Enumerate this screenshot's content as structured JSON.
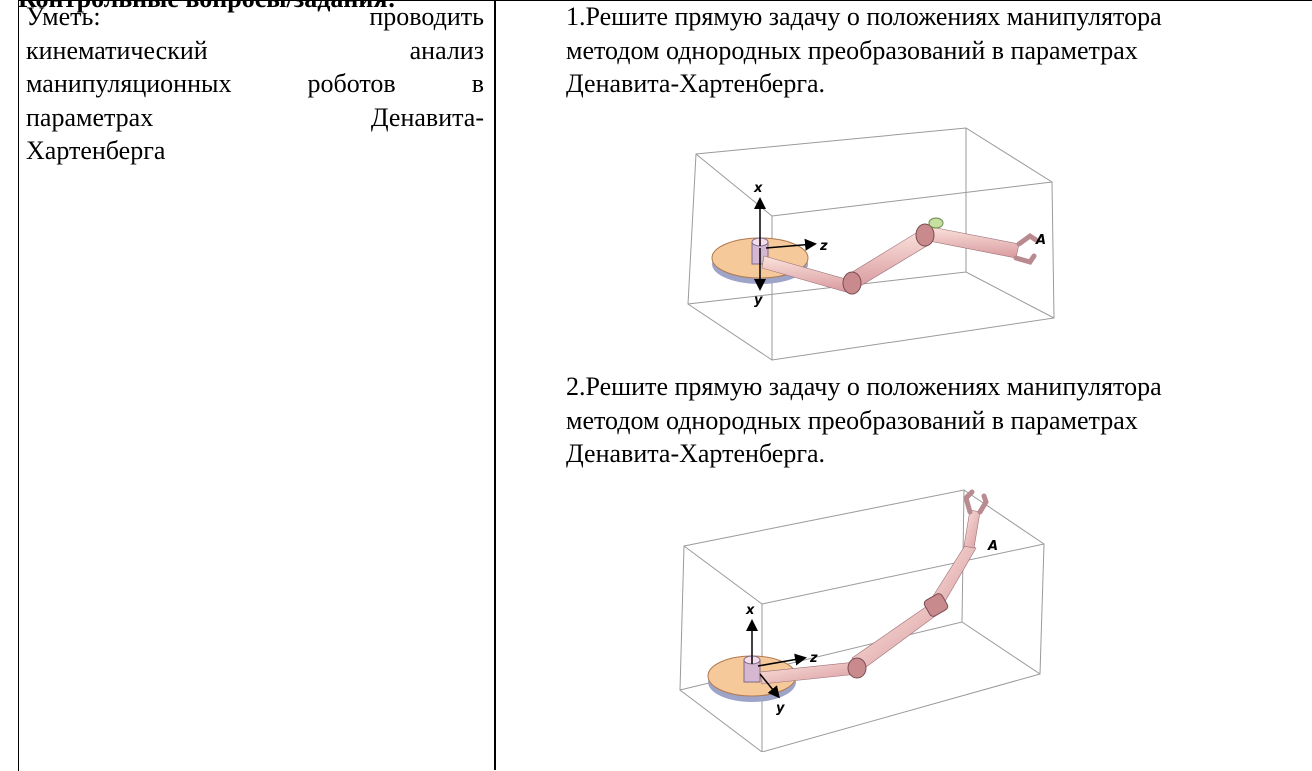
{
  "heading": "Контрольные вопросы/задания:",
  "skill": {
    "lines": [
      [
        "Уметь:",
        "проводить"
      ],
      [
        "кинематический",
        "анализ"
      ],
      [
        "манипуляционных",
        "роботов",
        "в"
      ],
      [
        "параметрах",
        "Денавита-"
      ],
      [
        "Хартенберга"
      ]
    ]
  },
  "tasks": [
    {
      "lines": [
        "1.Решите прямую задачу о положениях манипулятора",
        "методом однородных преобразований в параметрах",
        "Денавита-Хартенберга."
      ]
    },
    {
      "lines": [
        "2.Решите прямую задачу о положениях манипулятора",
        "методом однородных преобразований в параметрах",
        "Денавита-Хартенберга."
      ]
    }
  ],
  "figure_labels": {
    "x": "x",
    "y": "y",
    "z": "z",
    "a": "A"
  },
  "colors": {
    "base_fill": "#f6c99a",
    "link_fill": "#f2c6c0",
    "joint_fill": "#c98a8e",
    "box_stroke": "#9a9a9a"
  }
}
